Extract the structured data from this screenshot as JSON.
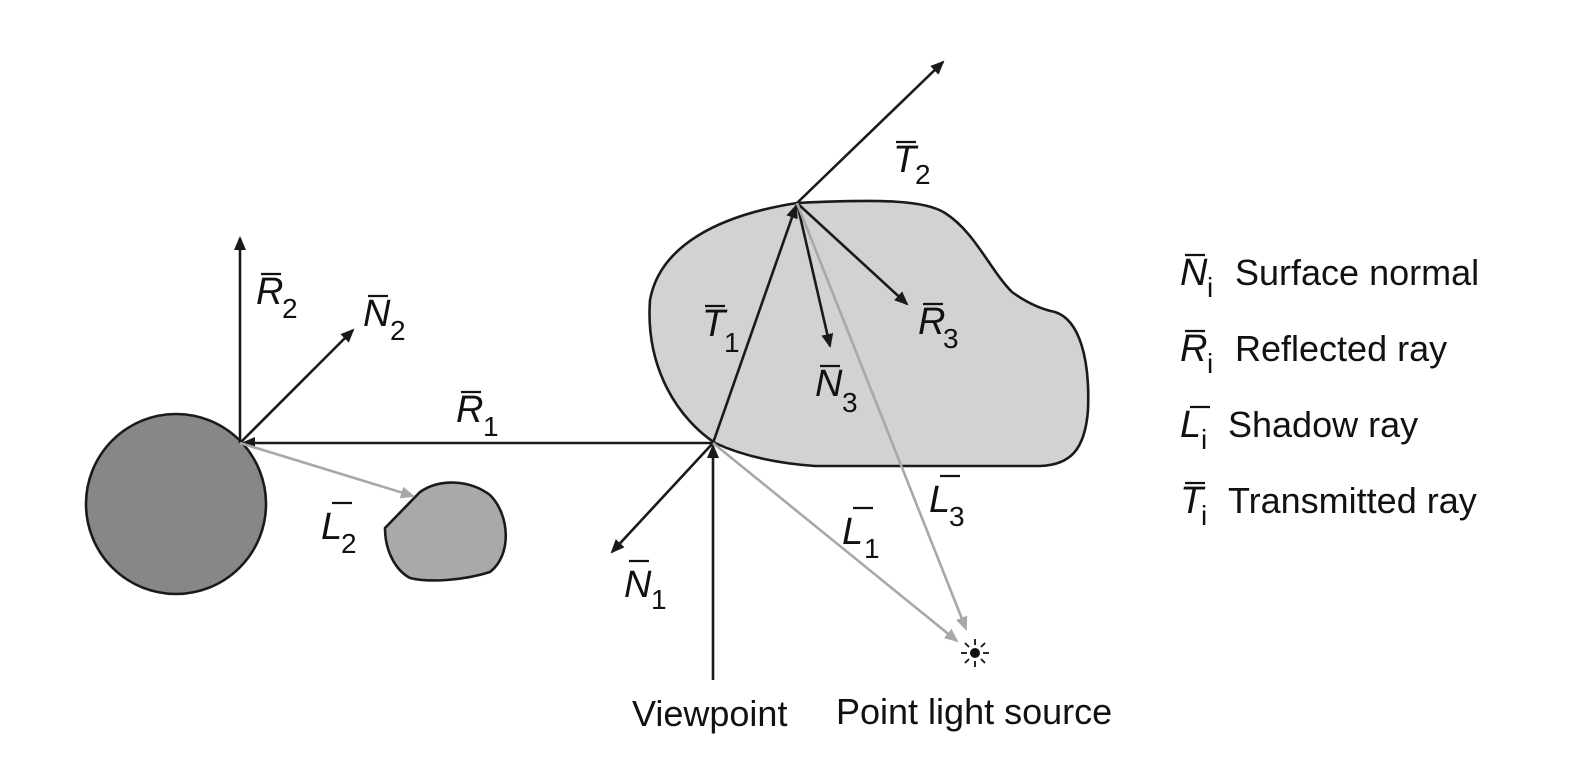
{
  "objects": {
    "sphere_color": "#87878a",
    "small_blob_color": "#a9a9ac",
    "large_blob_color": "#d2d2d4"
  },
  "vectors": {
    "T1": {
      "letter": "T",
      "sub": "1"
    },
    "T2": {
      "letter": "T",
      "sub": "2"
    },
    "R1": {
      "letter": "R",
      "sub": "1"
    },
    "R2": {
      "letter": "R",
      "sub": "2"
    },
    "R3": {
      "letter": "R",
      "sub": "3"
    },
    "N1": {
      "letter": "N",
      "sub": "1"
    },
    "N2": {
      "letter": "N",
      "sub": "2"
    },
    "N3": {
      "letter": "N",
      "sub": "3"
    },
    "L1": {
      "letter": "L",
      "sub": "1"
    },
    "L2": {
      "letter": "L",
      "sub": "2"
    },
    "L3": {
      "letter": "L",
      "sub": "3"
    }
  },
  "labels": {
    "viewpoint": "Viewpoint",
    "light": "Point light source"
  },
  "legend": [
    {
      "letter": "N",
      "sub": "i",
      "text": "Surface normal"
    },
    {
      "letter": "R",
      "sub": "i",
      "text": "Reflected ray"
    },
    {
      "letter": "L",
      "sub": "i",
      "text": "Shadow ray"
    },
    {
      "letter": "T",
      "sub": "i",
      "text": "Transmitted ray"
    }
  ],
  "colors": {
    "dark_ray": "#1a1a1a",
    "shadow_ray": "#a8a8a8"
  }
}
